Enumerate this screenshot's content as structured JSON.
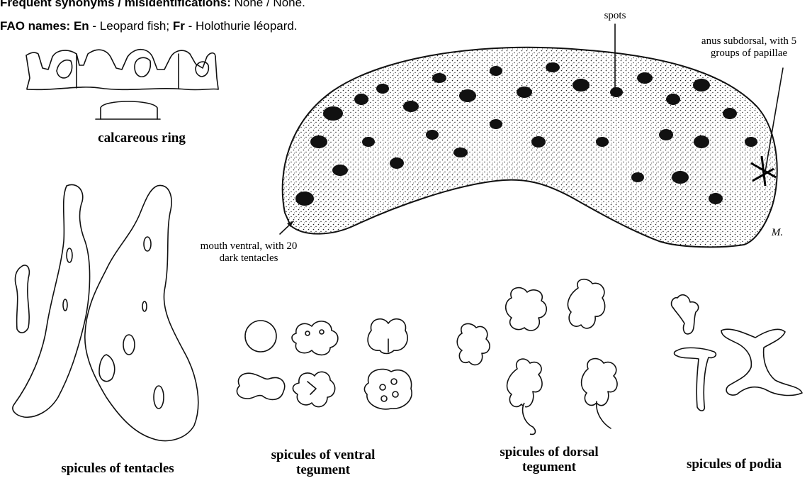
{
  "header": {
    "synonyms_label": "Frequent synonyms / misidentifications:",
    "synonyms_value": "None / None.",
    "fao_label": "FAO names:",
    "en_label": "En",
    "en_value": "- Leopard fish;",
    "fr_label": "Fr",
    "fr_value": "- Holothurie léopard."
  },
  "annotations": {
    "spots": "spots",
    "anus": "anus subdorsal, with 5 groups of papillae",
    "mouth": "mouth ventral, with 20 dark tentacles",
    "signature": "M."
  },
  "captions": {
    "calcareous_ring": "calcareous ring",
    "tentacles": "spicules of tentacles",
    "ventral": "spicules of ventral tegument",
    "dorsal": "spicules of dorsal tegument",
    "podia": "spicules of podia"
  },
  "colors": {
    "ink": "#111111",
    "background": "#ffffff"
  }
}
